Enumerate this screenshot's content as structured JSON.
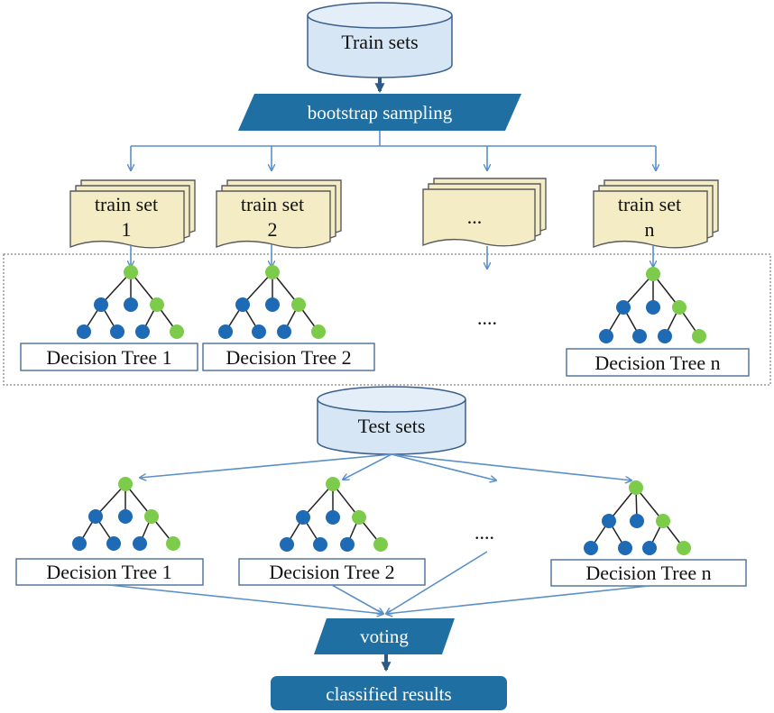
{
  "train_sets_label": "Train sets",
  "bootstrap_label": "bootstrap sampling",
  "train_set_cards": [
    {
      "line1": "train set",
      "line2": "1"
    },
    {
      "line1": "train set",
      "line2": "2"
    },
    {
      "line1": "...",
      "line2": ""
    },
    {
      "line1": "train set",
      "line2": "n"
    }
  ],
  "upper_trees": [
    "Decision Tree 1",
    "Decision Tree 2",
    "Decision Tree n"
  ],
  "upper_ellipsis": "....",
  "test_sets_label": "Test sets",
  "lower_trees": [
    "Decision Tree 1",
    "Decision Tree 2",
    "Decision Tree n"
  ],
  "lower_ellipsis": "....",
  "voting_label": "voting",
  "result_label": "classified results",
  "colors": {
    "cylinder_fill": "#d6e6f5",
    "banner_fill": "#1f6fa3",
    "card_fill": "#f4ecc4",
    "node_blue": "#1e6ab4",
    "node_green": "#7ccb4b",
    "connector": "#5b8fc7"
  }
}
